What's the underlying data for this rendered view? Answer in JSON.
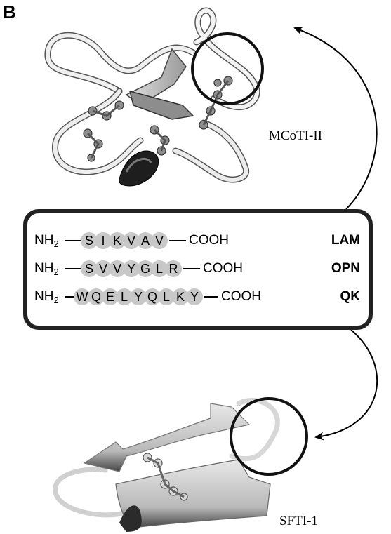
{
  "panel_label": "B",
  "molecules": {
    "top": "MCoTI-II",
    "bottom": "SFTI-1"
  },
  "sequences": [
    {
      "n_term": "NH",
      "n_sub": "2",
      "residues": [
        "S",
        "I",
        "K",
        "V",
        "A",
        "V"
      ],
      "c_term": "COOH",
      "name": "LAM"
    },
    {
      "n_term": "NH",
      "n_sub": "2",
      "residues": [
        "S",
        "V",
        "V",
        "Y",
        "G",
        "L",
        "R"
      ],
      "c_term": "COOH",
      "name": "OPN"
    },
    {
      "n_term": "NH",
      "n_sub": "2",
      "residues": [
        "W",
        "Q",
        "E",
        "L",
        "Y",
        "Q",
        "L",
        "K",
        "Y"
      ],
      "c_term": "COOH",
      "name": "QK"
    }
  ],
  "colors": {
    "residue_fill": "#c8c8c8",
    "box_border": "#222222",
    "ribbon_light": "#e6e6e6",
    "ribbon_dark": "#3a3a3a"
  }
}
